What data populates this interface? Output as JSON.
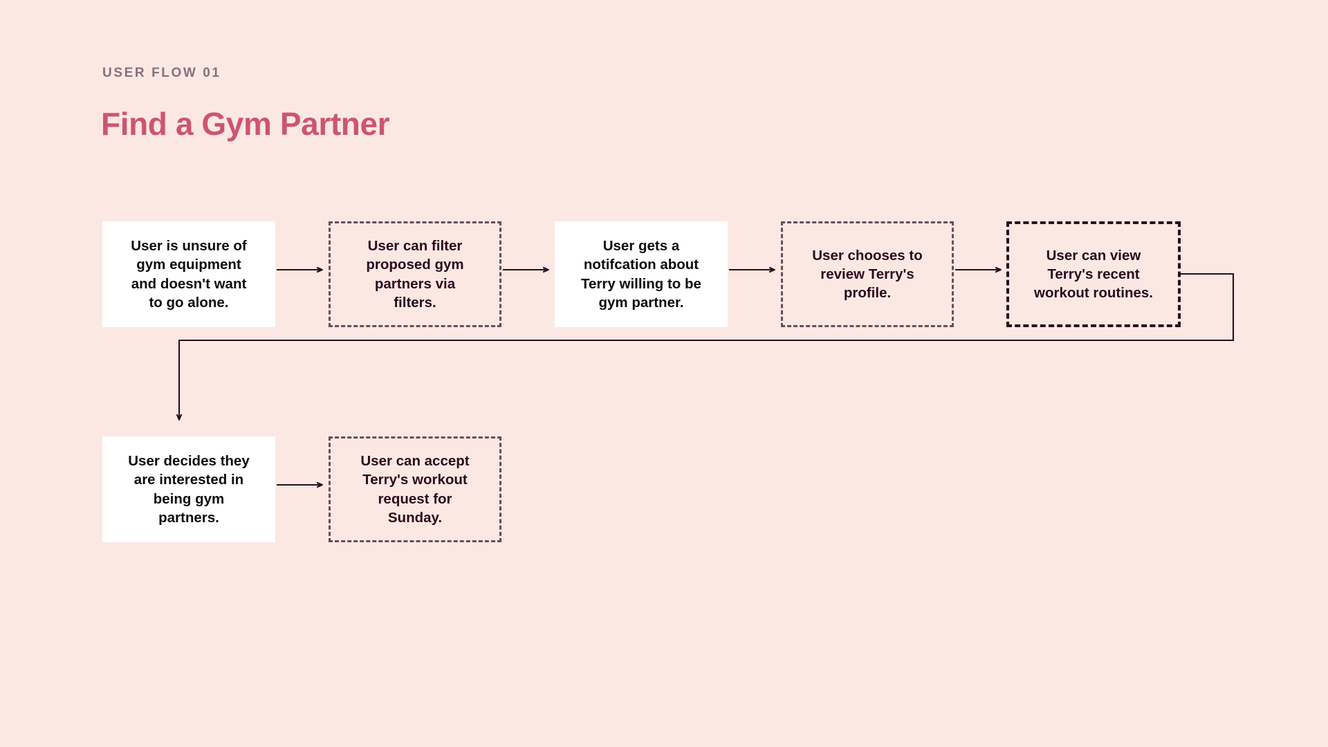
{
  "header": {
    "eyebrow": "USER FLOW 01",
    "title": "Find a Gym Partner"
  },
  "theme": {
    "background": "#FCE8E2",
    "title_color": "#CC5570",
    "eyebrow_color": "#8A6E7C",
    "text_color": "#2B0A1E",
    "solid_node_fill": "#FFFFFF",
    "dashed_border_color": "#6D4A5C",
    "dashed_strong_border_color": "#2B0A1E",
    "connector_color": "#2B0A1E"
  },
  "flow": {
    "rows": [
      {
        "name": "row-1",
        "nodes": [
          {
            "id": "node-1",
            "style": "solid",
            "text": "User is unsure of\ngym equipment\nand doesn't want\nto go alone."
          },
          {
            "id": "node-2",
            "style": "dashed",
            "text": "User can filter\nproposed gym\npartners via\nfilters."
          },
          {
            "id": "node-3",
            "style": "solid",
            "text": "User gets a\nnotifcation about\nTerry willing to be\ngym partner."
          },
          {
            "id": "node-4",
            "style": "dashed",
            "text": "User chooses to\nreview Terry's\nprofile."
          },
          {
            "id": "node-5",
            "style": "dashed-strong",
            "text": "User can view\nTerry's recent\nworkout routines."
          }
        ]
      },
      {
        "name": "row-2",
        "nodes": [
          {
            "id": "node-6",
            "style": "solid",
            "text": "User decides they\nare interested in\nbeing gym\npartners."
          },
          {
            "id": "node-7",
            "style": "dashed",
            "text": "User can accept\nTerry's workout\nrequest for\nSunday."
          }
        ]
      }
    ],
    "connectors": [
      {
        "id": "arrow-1-2",
        "from": "node-1",
        "to": "node-2",
        "kind": "straight-right"
      },
      {
        "id": "arrow-2-3",
        "from": "node-2",
        "to": "node-3",
        "kind": "straight-right"
      },
      {
        "id": "arrow-3-4",
        "from": "node-3",
        "to": "node-4",
        "kind": "straight-right"
      },
      {
        "id": "arrow-4-5",
        "from": "node-4",
        "to": "node-5",
        "kind": "straight-right"
      },
      {
        "id": "arrow-5-6",
        "from": "node-5",
        "to": "node-6",
        "kind": "elbow-wrap"
      },
      {
        "id": "arrow-6-7",
        "from": "node-6",
        "to": "node-7",
        "kind": "straight-right"
      }
    ]
  }
}
